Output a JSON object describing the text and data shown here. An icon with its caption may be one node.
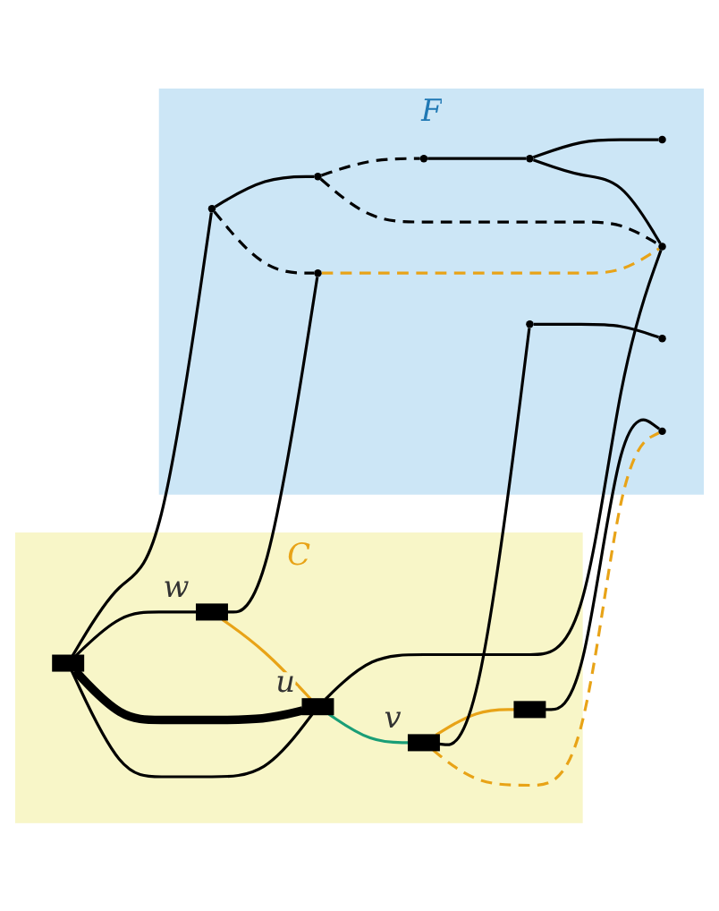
{
  "diagram": {
    "nodes": [
      {
        "text": [
          "C"
        ]
      },
      {
        "text": [
          "F"
        ]
      },
      {
        "text": [],
        "shape": "box",
        "in": 0
      },
      {
        "text": [],
        "shape": "box",
        "in": 0,
        "beside": [
          "w"
        ]
      },
      {
        "text": [],
        "shape": "box",
        "in": 0,
        "beside": [
          "u"
        ]
      },
      {
        "text": [],
        "shape": "box",
        "in": 0,
        "beside": [
          "v"
        ]
      },
      {
        "text": [],
        "shape": "box",
        "in": 0
      },
      {
        "text": [],
        "shape": "circle",
        "in": 1
      },
      {
        "text": [],
        "shape": "circle",
        "in": 1
      },
      {
        "text": [],
        "shape": "circle",
        "in": 1
      },
      {
        "text": [],
        "shape": "circle",
        "in": 1
      },
      {
        "text": [],
        "shape": "circle",
        "in": 1
      },
      {
        "text": [],
        "shape": "circle",
        "in": 1
      },
      {
        "text": [],
        "shape": "circle",
        "in": 1
      },
      {
        "text": [],
        "shape": "circle",
        "in": 1
      },
      {
        "text": [],
        "shape": "circle",
        "in": 1
      },
      {
        "text": [],
        "shape": "circle",
        "in": 1
      }
    ],
    "edges": [
      {
        "from": 2,
        "to": 7,
        "arrow": "none"
      },
      {
        "from": 7,
        "to": 8,
        "arrow": "none"
      },
      {
        "from": 8,
        "to": 9,
        "arrow": "none",
        "style": "dashed"
      },
      {
        "from": 7,
        "to": 11,
        "arrow": "none",
        "style": "dashed"
      },
      {
        "from": 8,
        "to": 13,
        "arrow": "none",
        "style": "dashed"
      },
      {
        "from": 9,
        "to": 10,
        "arrow": "none"
      },
      {
        "from": 10,
        "to": 12,
        "arrow": "none"
      },
      {
        "from": 10,
        "to": 13,
        "arrow": "none"
      },
      {
        "from": 3,
        "to": 11,
        "arrow": "none"
      },
      {
        "from": 11,
        "to": 13,
        "arrow": "none",
        "style": "dashed",
        "color": "#e8a317"
      },
      {
        "from": 4,
        "to": 13,
        "arrow": "none"
      },
      {
        "from": 2,
        "to": 3,
        "arrow": "none"
      },
      {
        "from": 3,
        "to": 4,
        "arrow": "none",
        "color": "#e8a317"
      },
      {
        "from": 4,
        "to": 5,
        "arrow": "none",
        "color": "#1a9e77"
      },
      {
        "from": 5,
        "to": 6,
        "arrow": "none",
        "color": "#e8a317"
      },
      {
        "from": 2,
        "to": 4,
        "arrow": "none",
        "style": "thick"
      },
      {
        "from": 2,
        "to": 4,
        "arrow": "none"
      },
      {
        "from": 5,
        "to": 14,
        "arrow": "none"
      },
      {
        "from": 14,
        "to": 16,
        "arrow": "none"
      },
      {
        "from": 5,
        "to": 15,
        "arrow": "none",
        "style": "dashed",
        "color": "#e8a317"
      },
      {
        "from": 6,
        "to": 15,
        "arrow": "none"
      }
    ]
  }
}
